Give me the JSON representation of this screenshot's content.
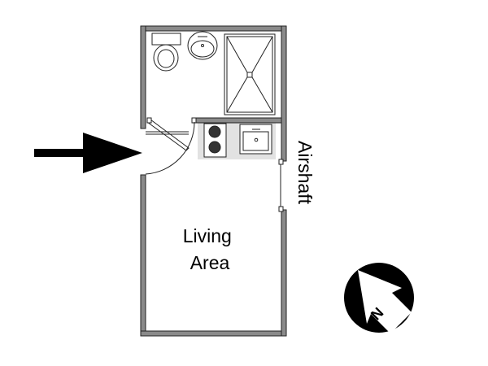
{
  "rooms": {
    "living_line1": "Living",
    "living_line2": "Area",
    "airshaft": "Airshaft"
  },
  "compass": {
    "letter": "N"
  },
  "colors": {
    "wall": "#8a8a8a",
    "kitchen": "#e2e2e2"
  }
}
